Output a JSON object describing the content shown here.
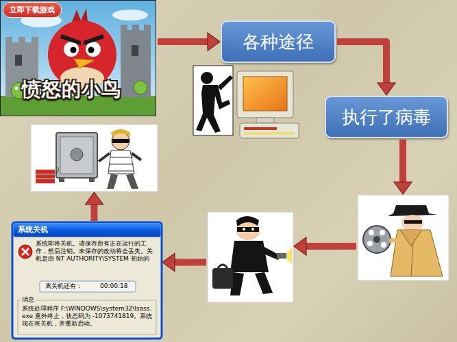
{
  "diagram": {
    "nodes": [
      {
        "text": [
          "立即下载游戏",
          "愤怒的小鸟"
        ]
      },
      {
        "text": [
          "各种途径"
        ]
      },
      {
        "text": [
          "执行了病毒"
        ]
      },
      {
        "text": []
      },
      {
        "text": []
      },
      {
        "text": [
          "系统关机",
          "系统即将关机。请保存所有正在运行的工作，然后注销。未保存的改动将会丢失。关机是由 NT AUTHORITY\\SYSTEM 初始的",
          "离关机还有：",
          "00:00:18",
          "消息",
          "系统处理程序 F:\\WINDOWS\\system32\\lsass.exe 意外终止，状态码为 -1073741819。系统现在将关机，并重新启动。"
        ]
      },
      {
        "text": []
      }
    ],
    "edges": [
      {
        "from": 0,
        "to": 1,
        "arrow": "to"
      },
      {
        "from": 1,
        "to": 2,
        "arrow": "to"
      },
      {
        "from": 2,
        "to": 3,
        "arrow": "to"
      },
      {
        "from": 3,
        "to": 4,
        "arrow": "to"
      },
      {
        "from": 4,
        "to": 5,
        "arrow": "to"
      },
      {
        "from": 5,
        "to": 6,
        "arrow": "to"
      }
    ]
  }
}
